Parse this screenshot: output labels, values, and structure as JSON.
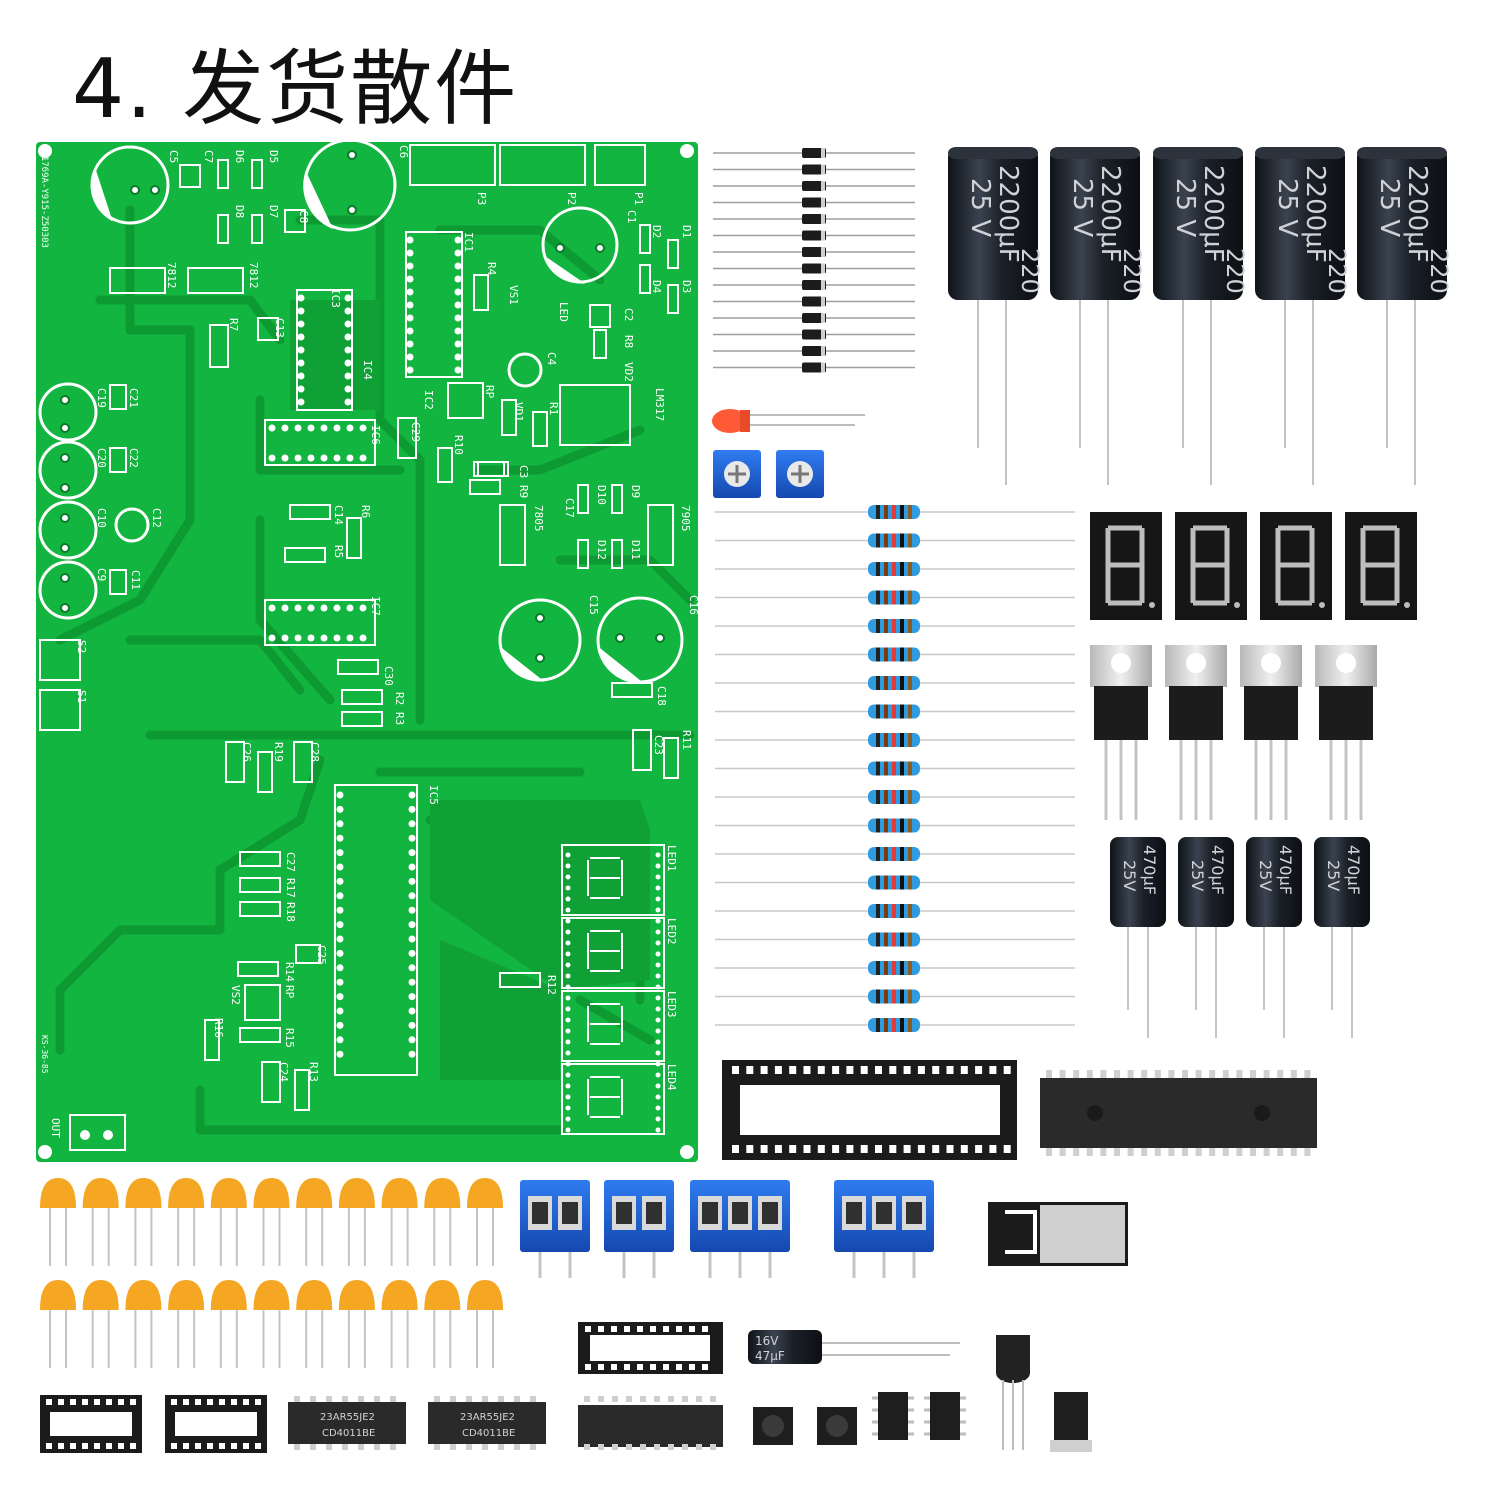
{
  "title": "4. 发货散件",
  "colors": {
    "pcb": "#12b53f",
    "pcb_trace": "#0fa036",
    "silkscreen": "#ffffff",
    "capacitor_body": "#1b2028",
    "ceramic_cap": "#f5a623",
    "terminal_block": "#1f5fd6",
    "ic_body": "#2a2a2a",
    "display": "#1a1a1a",
    "lead": "#bdbdbd"
  },
  "pcb": {
    "edge_text_top": "801769A-Y915-Z50303",
    "edge_text_bottom": "KS-36-85",
    "out_label": "OUT",
    "labels": [
      "C5",
      "C7",
      "D6",
      "D5",
      "D8",
      "D7",
      "C8",
      "C6",
      "P3",
      "P2",
      "P1",
      "C1",
      "D1",
      "D2",
      "D3",
      "D4",
      "IC1",
      "R4",
      "VS1",
      "LED",
      "C2",
      "R8",
      "VD2",
      "C4",
      "LM317",
      "RP",
      "R1",
      "VD1",
      "IC2",
      "C29",
      "R10",
      "C3",
      "R9",
      "7812",
      "7812",
      "R7",
      "C13",
      "IC3",
      "IC4",
      "C21",
      "C19",
      "C22",
      "C20",
      "C10",
      "C12",
      "C9",
      "C11",
      "IC6",
      "C14",
      "R6",
      "R5",
      "IC7",
      "C30",
      "R2",
      "R3",
      "S2",
      "S1",
      "C17",
      "D10",
      "D9",
      "D12",
      "D11",
      "7805",
      "7905",
      "C15",
      "C16",
      "C18",
      "C23",
      "R11",
      "C26",
      "R19",
      "C28",
      "IC5",
      "C27",
      "R17",
      "R18",
      "C25",
      "R14",
      "RP",
      "VS2",
      "R16",
      "R15",
      "R12",
      "C24",
      "R13",
      "LED1",
      "LED2",
      "LED3",
      "LED4"
    ]
  },
  "large_capacitors": [
    {
      "value": "2200μF",
      "voltage": "25 V",
      "side": "220"
    },
    {
      "value": "2200μF",
      "voltage": "25 V",
      "side": "220"
    },
    {
      "value": "2200μF",
      "voltage": "25 V",
      "side": "220"
    },
    {
      "value": "2200μF",
      "voltage": "25 V",
      "side": "220"
    },
    {
      "value": "2200μF",
      "voltage": "25 V",
      "side": "220"
    }
  ],
  "small_capacitors": [
    {
      "value": "470μF",
      "voltage": "25V"
    },
    {
      "value": "470μF",
      "voltage": "25V"
    },
    {
      "value": "470μF",
      "voltage": "25V"
    },
    {
      "value": "470μF",
      "voltage": "25V"
    }
  ],
  "tiny_capacitor": {
    "value": "47μF",
    "voltage": "16V"
  },
  "ic_chips": [
    {
      "marking": "23AR55JE2",
      "part": "CD4011BE"
    },
    {
      "marking": "23AR55JE2",
      "part": "CD4011BE"
    }
  ],
  "counts": {
    "diodes": 14,
    "resistors": 19,
    "displays": 4,
    "regulators": 4,
    "ceramic_caps": 22
  }
}
